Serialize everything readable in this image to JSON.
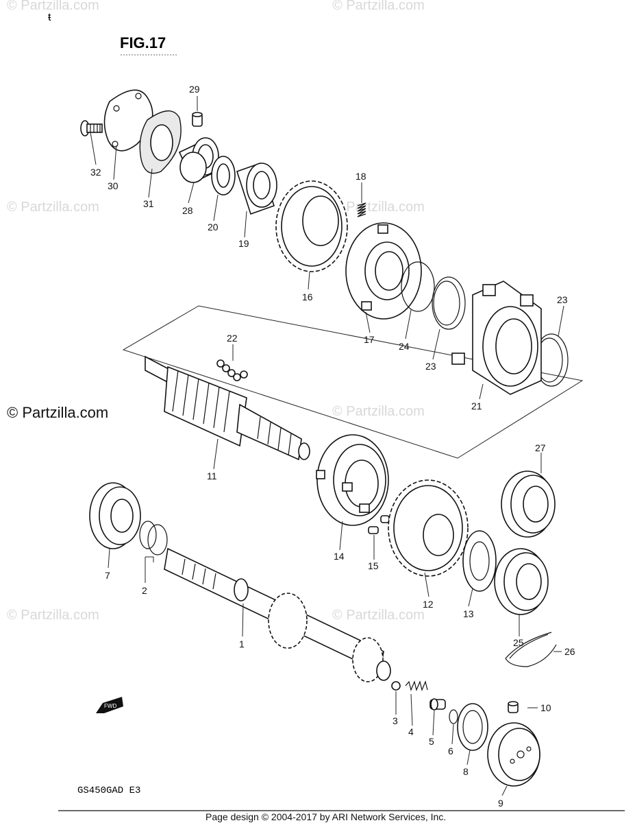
{
  "figure_title": "FIG.17",
  "model_code": "GS450GAD  E3",
  "footer": "Page design © 2004-2017 by ARI Network Services, Inc.",
  "copyright": "© Partzilla.com",
  "watermark": "© Partzilla.com",
  "fwd_label": "FWD",
  "callouts": {
    "p1": "1",
    "p2": "2",
    "p3": "3",
    "p4": "4",
    "p5": "5",
    "p6": "6",
    "p7": "7",
    "p8": "8",
    "p9": "9",
    "p10": "10",
    "p11": "11",
    "p12": "12",
    "p13": "13",
    "p14": "14",
    "p15": "15",
    "p16": "16",
    "p17": "17",
    "p18": "18",
    "p19": "19",
    "p20": "20",
    "p21": "21",
    "p22": "22",
    "p23a": "23",
    "p23b": "23",
    "p24": "24",
    "p25": "25",
    "p26": "26",
    "p27": "27",
    "p28": "28",
    "p29": "29",
    "p30": "30",
    "p31": "31",
    "p32": "32"
  }
}
